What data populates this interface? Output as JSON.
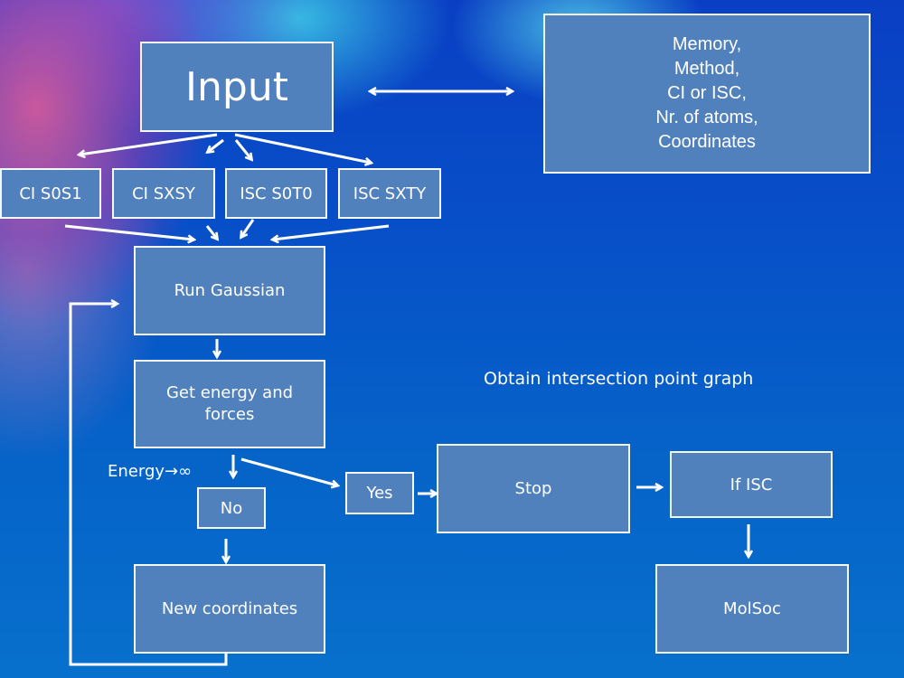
{
  "colors": {
    "box_fill": "#5181bd",
    "box_border": "#f4f8ff",
    "text": "#ffffff",
    "background": "#0662c8"
  },
  "nodes": {
    "input": "Input",
    "params": [
      "Memory,",
      "Method,",
      "CI or ISC,",
      "Nr. of atoms,",
      "Coordinates"
    ],
    "modes": [
      "CI S0S1",
      "CI SXSY",
      "ISC S0T0",
      "ISC SXTY"
    ],
    "run_gaussian": "Run Gaussian",
    "get_energy": "Get energy and forces",
    "no": "No",
    "yes": "Yes",
    "new_coordinates": "New coordinates",
    "stop": "Stop",
    "if_isc": "If ISC",
    "molsoc": "MolSoc"
  },
  "labels": {
    "condition": "Energy→∞",
    "obtain_graph": "Obtain intersection point graph"
  }
}
